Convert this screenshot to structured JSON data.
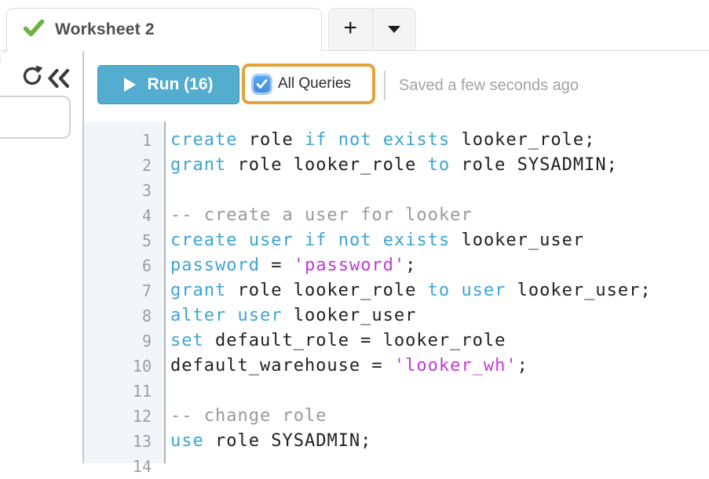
{
  "tab_bar": {
    "active_tab": {
      "label": "Worksheet 2",
      "status_icon": "check-icon"
    },
    "new_tab_label": "+",
    "tab_menu_icon": "caret-down-icon"
  },
  "toolbar": {
    "refresh_icon": "refresh-icon",
    "collapse_icon": "collapse-panel-icon",
    "run_button": {
      "label": "Run (16)",
      "icon": "play-icon"
    },
    "all_queries_checkbox": {
      "label": "All Queries",
      "checked": true
    },
    "saved_status": "Saved a few seconds ago"
  },
  "editor": {
    "language": "sql",
    "lines": [
      {
        "num": "1",
        "segments": [
          {
            "t": "create",
            "c": "kw"
          },
          {
            "t": " role ",
            "c": "d"
          },
          {
            "t": "if",
            "c": "kw"
          },
          {
            "t": " ",
            "c": "d"
          },
          {
            "t": "not",
            "c": "kw"
          },
          {
            "t": " ",
            "c": "d"
          },
          {
            "t": "exists",
            "c": "kw"
          },
          {
            "t": " looker_role;",
            "c": "d"
          }
        ]
      },
      {
        "num": "2",
        "segments": [
          {
            "t": "grant",
            "c": "kw"
          },
          {
            "t": " role looker_role ",
            "c": "d"
          },
          {
            "t": "to",
            "c": "kw"
          },
          {
            "t": " role SYSADMIN;",
            "c": "d"
          }
        ]
      },
      {
        "num": "3",
        "segments": []
      },
      {
        "num": "4",
        "segments": [
          {
            "t": "-- create a user for looker",
            "c": "com"
          }
        ]
      },
      {
        "num": "5",
        "segments": [
          {
            "t": "create",
            "c": "kw"
          },
          {
            "t": " ",
            "c": "d"
          },
          {
            "t": "user",
            "c": "kw"
          },
          {
            "t": " ",
            "c": "d"
          },
          {
            "t": "if",
            "c": "kw"
          },
          {
            "t": " ",
            "c": "d"
          },
          {
            "t": "not",
            "c": "kw"
          },
          {
            "t": " ",
            "c": "d"
          },
          {
            "t": "exists",
            "c": "kw"
          },
          {
            "t": " looker_user",
            "c": "d"
          }
        ]
      },
      {
        "num": "6",
        "segments": [
          {
            "t": "password",
            "c": "kw"
          },
          {
            "t": " = ",
            "c": "d"
          },
          {
            "t": "'password'",
            "c": "str"
          },
          {
            "t": ";",
            "c": "d"
          }
        ]
      },
      {
        "num": "7",
        "segments": [
          {
            "t": "grant",
            "c": "kw"
          },
          {
            "t": " role looker_role ",
            "c": "d"
          },
          {
            "t": "to",
            "c": "kw"
          },
          {
            "t": " ",
            "c": "d"
          },
          {
            "t": "user",
            "c": "kw"
          },
          {
            "t": " looker_user;",
            "c": "d"
          }
        ]
      },
      {
        "num": "8",
        "segments": [
          {
            "t": "alter",
            "c": "kw"
          },
          {
            "t": " ",
            "c": "d"
          },
          {
            "t": "user",
            "c": "kw"
          },
          {
            "t": " looker_user",
            "c": "d"
          }
        ]
      },
      {
        "num": "9",
        "segments": [
          {
            "t": "set",
            "c": "kw"
          },
          {
            "t": " default_role = looker_role",
            "c": "d"
          }
        ]
      },
      {
        "num": "10",
        "segments": [
          {
            "t": "default_warehouse = ",
            "c": "d"
          },
          {
            "t": "'looker_wh'",
            "c": "str"
          },
          {
            "t": ";",
            "c": "d"
          }
        ]
      },
      {
        "num": "11",
        "segments": []
      },
      {
        "num": "12",
        "segments": [
          {
            "t": "-- change role",
            "c": "com"
          }
        ]
      },
      {
        "num": "13",
        "segments": [
          {
            "t": "use",
            "c": "kw"
          },
          {
            "t": " role SYSADMIN;",
            "c": "d"
          }
        ]
      },
      {
        "num": "14",
        "segments": []
      }
    ]
  },
  "colors": {
    "run_button_bg": "#54ADCE",
    "annotation_orange": "#E2A23C",
    "checkbox_blue": "#4C99EA",
    "check_green": "#6CB244",
    "keyword_blue": "#3DA4D4",
    "string_magenta": "#C13BD4",
    "comment_gray": "#9A9A9A"
  }
}
